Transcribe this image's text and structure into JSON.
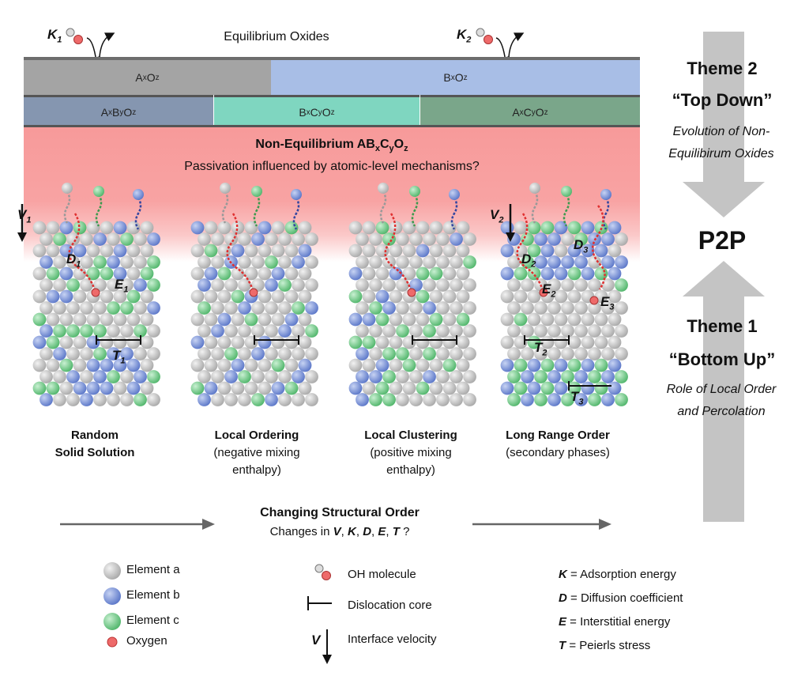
{
  "colors": {
    "element_a": "#c9c9c9",
    "element_b": "#7f96d8",
    "element_c": "#7ecf92",
    "oxygen": "#ee6a6a",
    "bar_AxOz": "#a4a4a4",
    "bar_BxOz": "#a8bee6",
    "bar_AxByOz": "#8596b0",
    "bar_BxCyOz": "#7fd6c0",
    "bar_AxCyOz": "#7aa68a",
    "nonequilibrium_band": "#f8a3a3",
    "arrow_gray": "#666666"
  },
  "top": {
    "equilibrium_label": "Equilibrium Oxides",
    "K1": {
      "sym": "K",
      "sub": "1"
    },
    "K2": {
      "sym": "K",
      "sub": "2"
    },
    "bars_row1": [
      {
        "base": [
          "A",
          "O"
        ],
        "subs": [
          "x",
          "z"
        ]
      },
      {
        "base": [
          "B",
          "O"
        ],
        "subs": [
          "x",
          "z"
        ]
      }
    ],
    "bars_row2": [
      {
        "base": [
          "A",
          "B",
          "O"
        ],
        "subs": [
          "x",
          "y",
          "z"
        ]
      },
      {
        "base": [
          "B",
          "C",
          "O"
        ],
        "subs": [
          "x",
          "y",
          "z"
        ]
      },
      {
        "base": [
          "A",
          "C",
          "O"
        ],
        "subs": [
          "x",
          "y",
          "z"
        ]
      }
    ],
    "nonequilibrium": {
      "prefix": "Non-Equilibrium AB",
      "s1": "x",
      "m1": "C",
      "s2": "y",
      "m2": "O",
      "s3": "z"
    },
    "passivation": "Passivation influenced by atomic-level mechanisms?"
  },
  "columns": [
    {
      "title1": "Random",
      "title2": "Solid Solution",
      "sub1": "",
      "sub2": ""
    },
    {
      "title1": "Local Ordering",
      "title2": "",
      "sub1": "(negative mixing",
      "sub2": "enthalpy)"
    },
    {
      "title1": "Local Clustering",
      "title2": "",
      "sub1": "(positive mixing",
      "sub2": "enthalpy)"
    },
    {
      "title1": "Long Range Order",
      "title2": "",
      "sub1": "(secondary phases)",
      "sub2": ""
    }
  ],
  "symbols": {
    "V1": {
      "sym": "V",
      "sub": "1"
    },
    "V2": {
      "sym": "V",
      "sub": "2"
    },
    "D1": {
      "sym": "D",
      "sub": "1"
    },
    "E1": {
      "sym": "E",
      "sub": "1"
    },
    "T1": {
      "sym": "T",
      "sub": "1"
    },
    "D2": {
      "sym": "D",
      "sub": "2"
    },
    "D3": {
      "sym": "D",
      "sub": "3"
    },
    "E2": {
      "sym": "E",
      "sub": "2"
    },
    "E3": {
      "sym": "E",
      "sub": "3"
    },
    "T2": {
      "sym": "T",
      "sub": "2"
    },
    "T3": {
      "sym": "T",
      "sub": "3"
    }
  },
  "themes": {
    "theme2_title": "Theme 2",
    "theme2_sub": "“Top Down”",
    "theme2_desc1": "Evolution of Non-",
    "theme2_desc2": "Equilibirum Oxides",
    "center": "P2P",
    "theme1_title": "Theme 1",
    "theme1_sub": "“Bottom Up”",
    "theme1_desc1": "Role of Local Order",
    "theme1_desc2": "and Percolation"
  },
  "order": {
    "title": "Changing Structural Order",
    "changes_prefix": "Changes in ",
    "changes_vars": [
      "V",
      "K",
      "D",
      "E",
      "T"
    ],
    "changes_suffix": " ?"
  },
  "legend": {
    "element_a": "Element a",
    "element_b": "Element b",
    "element_c": "Element c",
    "oxygen": "Oxygen",
    "oh": "OH molecule",
    "dislocation": "Dislocation core",
    "velocity_sym": "V",
    "velocity": "Interface velocity"
  },
  "definitions": [
    {
      "sym": "K",
      "text": " = Adsorption energy"
    },
    {
      "sym": "D",
      "text": " = Diffusion coefficient"
    },
    {
      "sym": "E",
      "text": " = Interstitial energy"
    },
    {
      "sym": "T",
      "text": " = Peierls stress"
    }
  ]
}
